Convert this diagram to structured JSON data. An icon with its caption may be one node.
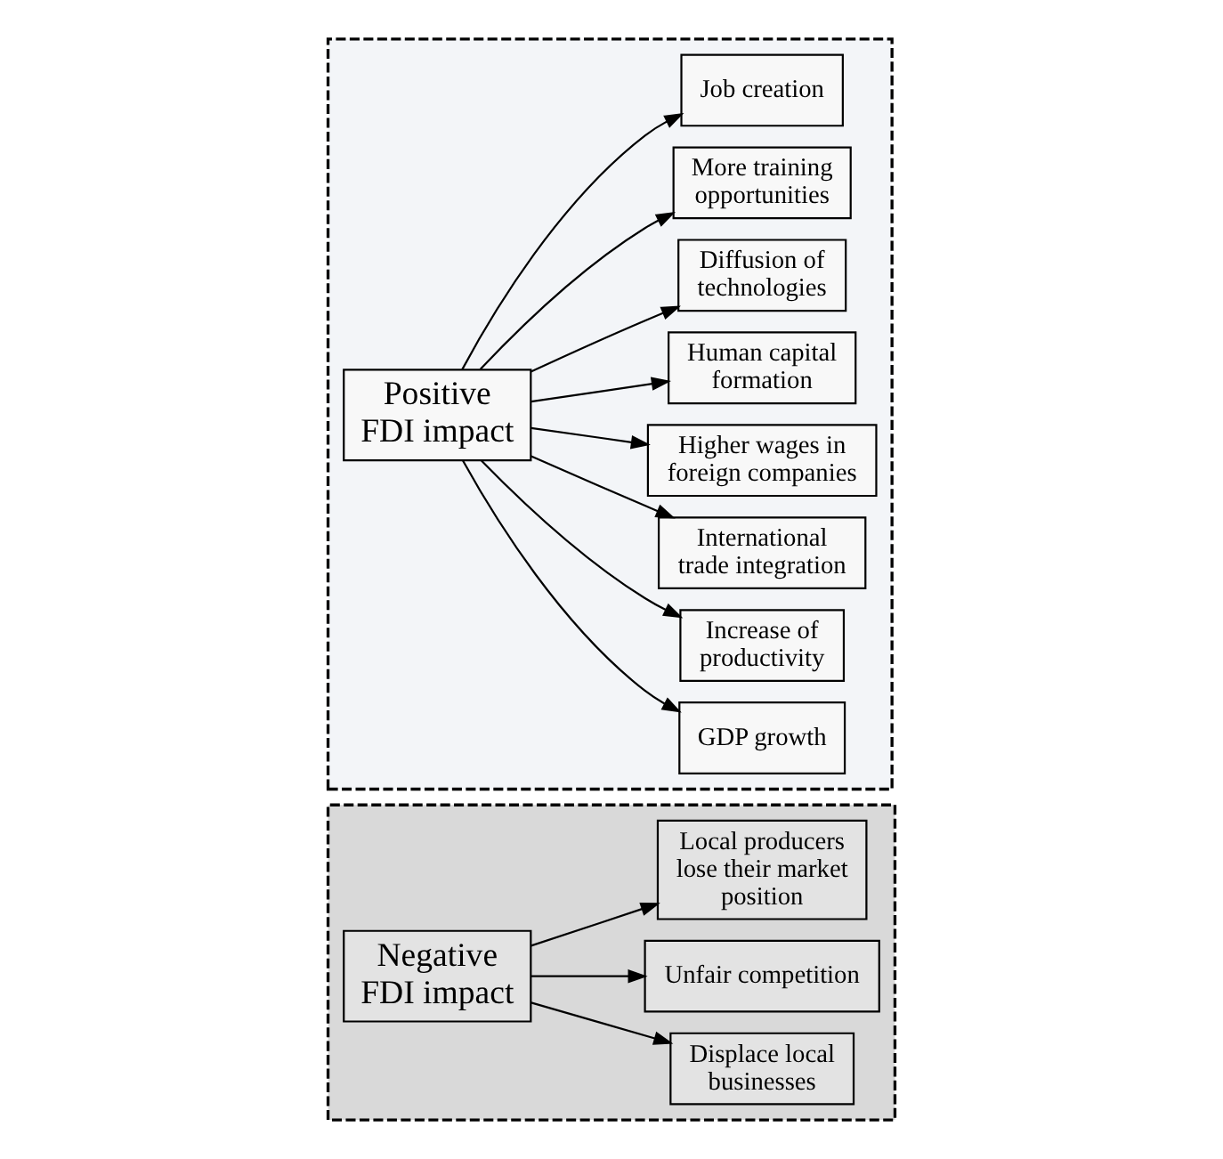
{
  "diagram": {
    "nodes": [
      {
        "text": [],
        "shape": "box"
      },
      {
        "text": [],
        "shape": "box"
      },
      {
        "text": [
          "Displace local businesses"
        ],
        "in": 0
      },
      {
        "text": [
          "Unfair competition"
        ],
        "in": 0
      },
      {
        "text": [
          "Negative FDI impact"
        ],
        "in": 0
      },
      {
        "text": [
          "Local producers lose their market position"
        ],
        "in": 0
      },
      {
        "text": [
          "Positive FDI impact"
        ],
        "in": 1
      },
      {
        "text": [
          "GDP growth"
        ],
        "in": 1
      },
      {
        "text": [
          "Increase of productivity"
        ],
        "in": 1
      },
      {
        "text": [
          "International trade integration"
        ],
        "in": 1
      },
      {
        "text": [
          "Higher wages in foreign companies"
        ],
        "in": 1
      },
      {
        "text": [
          "Human capital formation"
        ],
        "in": 1
      },
      {
        "text": [
          "Diffusion of technologies"
        ],
        "in": 1
      },
      {
        "text": [
          "More training opportunities"
        ],
        "in": 1
      },
      {
        "text": [
          "Job creation"
        ],
        "in": 1
      }
    ],
    "edges": [
      {
        "from": 4,
        "to": 2,
        "arrow": "to"
      },
      {
        "from": 4,
        "to": 3,
        "arrow": "to"
      },
      {
        "from": 4,
        "to": 5,
        "arrow": "to"
      },
      {
        "from": 6,
        "to": 7,
        "arrow": "to"
      },
      {
        "from": 6,
        "to": 8,
        "arrow": "to"
      },
      {
        "from": 6,
        "to": 9,
        "arrow": "to"
      },
      {
        "from": 6,
        "to": 10,
        "arrow": "to"
      },
      {
        "from": 6,
        "to": 11,
        "arrow": "to"
      },
      {
        "from": 6,
        "to": 12,
        "arrow": "to"
      },
      {
        "from": 6,
        "to": 13,
        "arrow": "to"
      },
      {
        "from": 6,
        "to": 14,
        "arrow": "to"
      }
    ]
  }
}
